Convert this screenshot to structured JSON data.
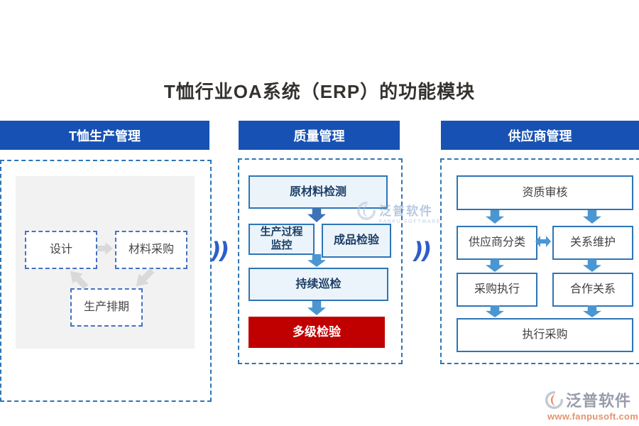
{
  "title": "T恤行业OA系统（ERP）的功能模块",
  "symbols": {
    "chevron": "))"
  },
  "colors": {
    "header_bg": "#1751b3",
    "panel_dashed_border": "#2e75b6",
    "production_panel_bg": "#f2f2f2",
    "production_box_border": "#4472c4",
    "quality_box_bg": "#ebf4fb",
    "quality_box_border": "#2e75b6",
    "highlight_red": "#c00000",
    "arrow_blue": "#4a96d2",
    "arrow_blue_dark": "#3e72b8",
    "arrow_gray": "#d9d9d9",
    "chevron_blue": "#2d5ec9"
  },
  "columns": [
    {
      "header": "T恤生产管理",
      "nodes": {
        "design": "设计",
        "material_purchase": "材料采购",
        "production_schedule": "生产排期"
      }
    },
    {
      "header": "质量管理",
      "nodes": {
        "raw_material_test": "原材料检测",
        "process_monitor": "生产过程监控",
        "finished_inspect": "成品检验",
        "continuous_patrol": "持续巡检",
        "multi_level_inspect": "多级检验"
      }
    },
    {
      "header": "供应商管理",
      "nodes": {
        "qualification_review": "资质审核",
        "supplier_classify": "供应商分类",
        "relation_maintain": "关系维护",
        "purchase_exec": "采购执行",
        "cooperation": "合作关系",
        "exec_purchase": "执行采购"
      }
    }
  ],
  "watermarks": {
    "center": {
      "brand": "泛普软件",
      "brand_en": "FANPU SOFTWARE"
    },
    "bottom_right": {
      "brand": "泛普软件",
      "url": "www.fanpusoft.com"
    }
  }
}
